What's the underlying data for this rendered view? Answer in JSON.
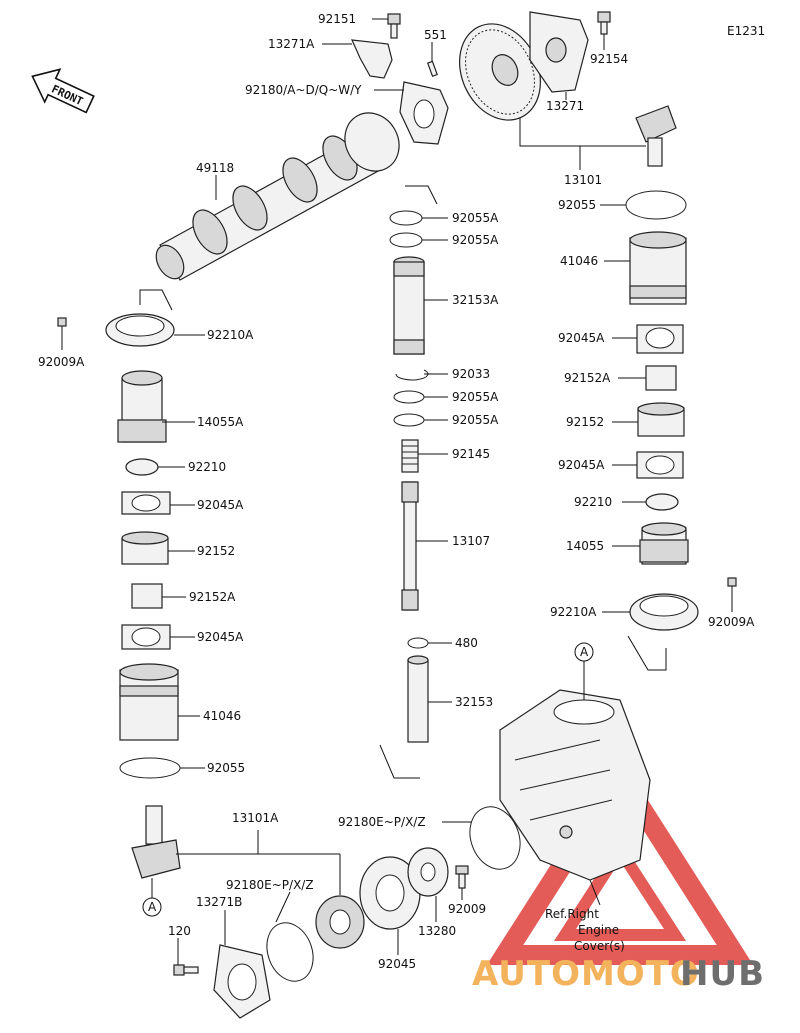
{
  "diagram_code": "E1231",
  "front_label": "FRONT",
  "callout_letter": "A",
  "ref_note": [
    "Ref.Right",
    "Engine",
    "Cover(s)"
  ],
  "watermark": {
    "part1": "AUTOMOTO",
    "part2": "HUB"
  },
  "colors": {
    "watermark_red": "#e0403a",
    "watermark_orange": "#f2a641",
    "watermark_dark": "#555555"
  },
  "labels": {
    "p92151": "92151",
    "p13271A": "13271A",
    "p551": "551",
    "p92154": "92154",
    "p13271": "13271",
    "p92180AY": "92180/A~D/Q~W/Y",
    "p49118": "49118",
    "p13101": "13101",
    "p92055A_1": "92055A",
    "p92055A_2": "92055A",
    "p92055_r": "92055",
    "p41046_r": "41046",
    "p32153A": "32153A",
    "p92009A_l": "92009A",
    "p92210A_l": "92210A",
    "p92045A_r1": "92045A",
    "p92152A_r": "92152A",
    "p92033": "92033",
    "p92055A_3": "92055A",
    "p92055A_4": "92055A",
    "p92152_r": "92152",
    "p14055A": "14055A",
    "p92145": "92145",
    "p92045A_r2": "92045A",
    "p92210_l": "92210",
    "p92045A_l1": "92045A",
    "p92210_r": "92210",
    "p13107": "13107",
    "p14055": "14055",
    "p92152_l": "92152",
    "p92152A_l": "92152A",
    "p92210A_r": "92210A",
    "p92009A_r": "92009A",
    "p92045A_l2": "92045A",
    "p480": "480",
    "p32153": "32153",
    "p41046_l": "41046",
    "p92055_l": "92055",
    "p13101A": "13101A",
    "p92180EZ_1": "92180E~P/X/Z",
    "p92180EZ_2": "92180E~P/X/Z",
    "p13271B": "13271B",
    "p120": "120",
    "p92009": "92009",
    "p13280": "13280",
    "p92045": "92045"
  }
}
